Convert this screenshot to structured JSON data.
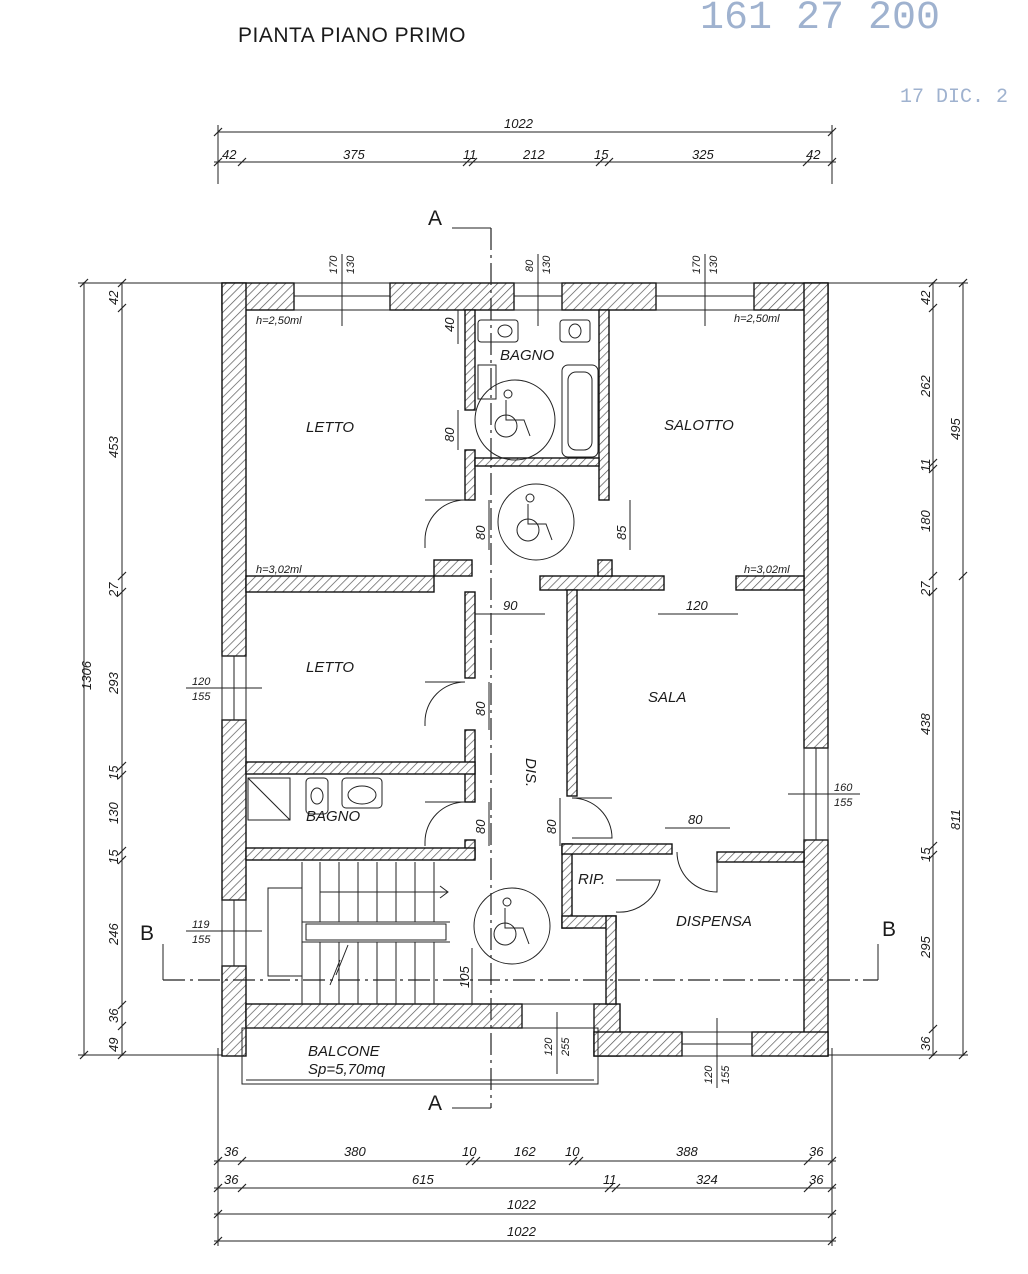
{
  "title": "PIANTA PIANO PRIMO",
  "stamp": {
    "line1": "161 27 200",
    "line2": "17 DIC. 2"
  },
  "rooms": {
    "letto_top": "LETTO",
    "bagno_top": "BAGNO",
    "salotto": "SALOTTO",
    "letto_mid": "LETTO",
    "sala": "SALA",
    "dis": "DIS.",
    "bagno_bottom": "BAGNO",
    "rip": "RIP.",
    "dispensa": "DISPENSA",
    "balcone": "BALCONE",
    "balcone_area": "Sp=5,70mq"
  },
  "heights": {
    "h250_left": "h=2,50ml",
    "h250_right": "h=2,50ml",
    "h302_left": "h=3,02ml",
    "h302_right": "h=3,02ml"
  },
  "section_marks": {
    "a_top": "A",
    "a_bottom": "A",
    "b_left": "B",
    "b_right": "B"
  },
  "top_dims": {
    "overall": "1022",
    "segments": [
      "42",
      "375",
      "11",
      "212",
      "15",
      "325",
      "42"
    ]
  },
  "bottom_dims": {
    "row1": [
      "36",
      "380",
      "10",
      "162",
      "10",
      "388",
      "36"
    ],
    "row2": [
      "36",
      "615",
      "11",
      "324",
      "36"
    ],
    "row3": "1022",
    "row4": "1022"
  },
  "left_dims": {
    "overall": "1306",
    "segments": [
      "42",
      "453",
      "27",
      "293",
      "15",
      "130",
      "15",
      "246",
      "36",
      "49"
    ]
  },
  "right_dims": {
    "segments": [
      "42",
      "262",
      "11",
      "180",
      "27",
      "438",
      "15",
      "295",
      "36"
    ],
    "sub_a": "495",
    "sub_b": "811"
  },
  "windows": {
    "letto_top": {
      "w": "170",
      "h": "130"
    },
    "bagno_top": {
      "w": "80",
      "h": "130"
    },
    "salotto": {
      "w": "170",
      "h": "130"
    },
    "letto_mid": {
      "w": "120",
      "h": "155"
    },
    "stair": {
      "w": "119",
      "h": "155"
    },
    "sala": {
      "w": "160",
      "h": "155"
    },
    "balcone_door": {
      "w": "120",
      "h": "255"
    },
    "dispensa": {
      "w": "120",
      "h": "155"
    }
  },
  "inner_dims": {
    "bagno_40": "40",
    "bagno_80": "80",
    "corr_80a": "80",
    "corr_85": "85",
    "corr_90": "90",
    "sala_120": "120",
    "letto_80": "80",
    "bagno_80b": "80",
    "sala_80a": "80",
    "sala_80b": "80",
    "stair_105": "105"
  }
}
